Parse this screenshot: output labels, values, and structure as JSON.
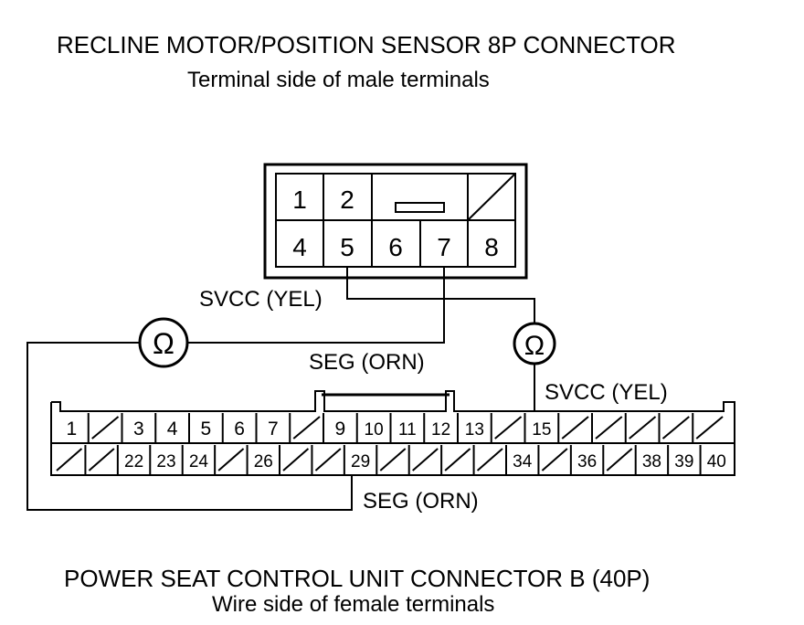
{
  "top_connector": {
    "title": "RECLINE MOTOR/POSITION SENSOR 8P CONNECTOR",
    "subtitle": "Terminal side of male terminals",
    "terminals": [
      "1",
      "2",
      "4",
      "5",
      "6",
      "7",
      "8"
    ]
  },
  "bottom_connector": {
    "title": "POWER SEAT CONTROL UNIT CONNECTOR B (40P)",
    "subtitle": "Wire side of female terminals",
    "row1": [
      "1",
      "",
      "3",
      "4",
      "5",
      "6",
      "7",
      "",
      "9",
      "10",
      "11",
      "12",
      "13",
      "",
      "15",
      "",
      "",
      "",
      "",
      ""
    ],
    "row2": [
      "",
      "",
      "22",
      "23",
      "24",
      "",
      "26",
      "",
      "",
      "29",
      "",
      "",
      "",
      "",
      "34",
      "",
      "36",
      "",
      "38",
      "39",
      "40"
    ]
  },
  "wires": {
    "svcc_top": "SVCC (YEL)",
    "svcc_right": "SVCC (YEL)",
    "seg_top": "SEG (ORN)",
    "seg_bottom": "SEG (ORN)"
  },
  "meter_symbol": "Ω"
}
